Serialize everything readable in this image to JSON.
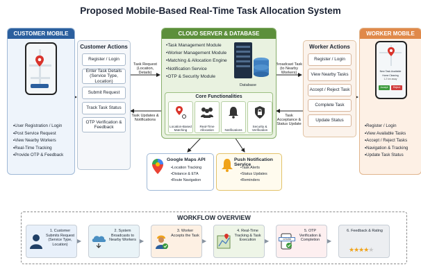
{
  "title": "Proposed Mobile-Based Real-Time Task Allocation System",
  "customer_app": {
    "title": "CUSTOMER MOBILE APP",
    "features": [
      "User Registration / Login",
      "Post Service Request",
      "View Nearby Workers",
      "Real-Time Tracking",
      "Provide OTP & Feedback"
    ]
  },
  "customer_actions": {
    "title": "Customer Actions",
    "buttons": [
      "Register / Login",
      "Enter Task Details (Service Type, Location)",
      "Submit Request",
      "Track Task Status",
      "OTP Verification & Feedback"
    ]
  },
  "cloud": {
    "title": "CLOUD SERVER & DATABASE",
    "modules": [
      "Task Management Module",
      "Worker Management Module",
      "Matching & Allocation Engine",
      "Notification Service",
      "OTP & Security Module"
    ],
    "database_label": "Database",
    "core_title": "Core Functionalities",
    "core_items": [
      "Location-Based Matching",
      "Real-Time Allocation",
      "Notifications",
      "Security & Verification"
    ]
  },
  "worker_actions": {
    "title": "Worker Actions",
    "buttons": [
      "Register / Login",
      "View Nearby Tasks",
      "Accept / Reject Task",
      "Complete Task",
      "Update Status"
    ]
  },
  "worker_app": {
    "title": "WORKER MOBILE APP",
    "phone_card_title": "New Task Available",
    "phone_card_line1": "Home Cleaning",
    "phone_card_line2": "1.2 km away",
    "phone_accept": "Accept",
    "phone_reject": "Reject",
    "features": [
      "Register / Login",
      "View Available Tasks",
      "Accept / Reject Tasks",
      "Navigation & Tracking",
      "Update Task Status"
    ]
  },
  "arrows": {
    "task_request": "Task Request (Location, Details)",
    "task_updates": "Task Updates & Notifications",
    "broadcast_task": "Broadcast Task (to Nearby Workers)",
    "task_acceptance": "Task Acceptance & Status Update"
  },
  "google_maps": {
    "title": "Google Maps API",
    "items": [
      "Location Tracking",
      "Distance & ETA",
      "Route Navigation"
    ]
  },
  "push_service": {
    "title": "Push Notification Service",
    "items": [
      "Task Alerts",
      "Status Updates",
      "Reminders"
    ]
  },
  "workflow": {
    "title": "WORKFLOW OVERVIEW",
    "steps": [
      "1. Customer Submits Request (Service Type, Location)",
      "2. System Broadcasts to Nearby Workers",
      "3. Worker Accepts the Task",
      "4. Real-Time Tracking & Task Execution",
      "5. OTP Verification & Completion",
      "6. Feedback & Rating"
    ],
    "otp_code": "123456"
  },
  "colors": {
    "customer": "#2b5f9e",
    "worker": "#e0894a",
    "cloud": "#5c8f3b",
    "accept": "#3c9a3c",
    "reject": "#d03b3b"
  }
}
